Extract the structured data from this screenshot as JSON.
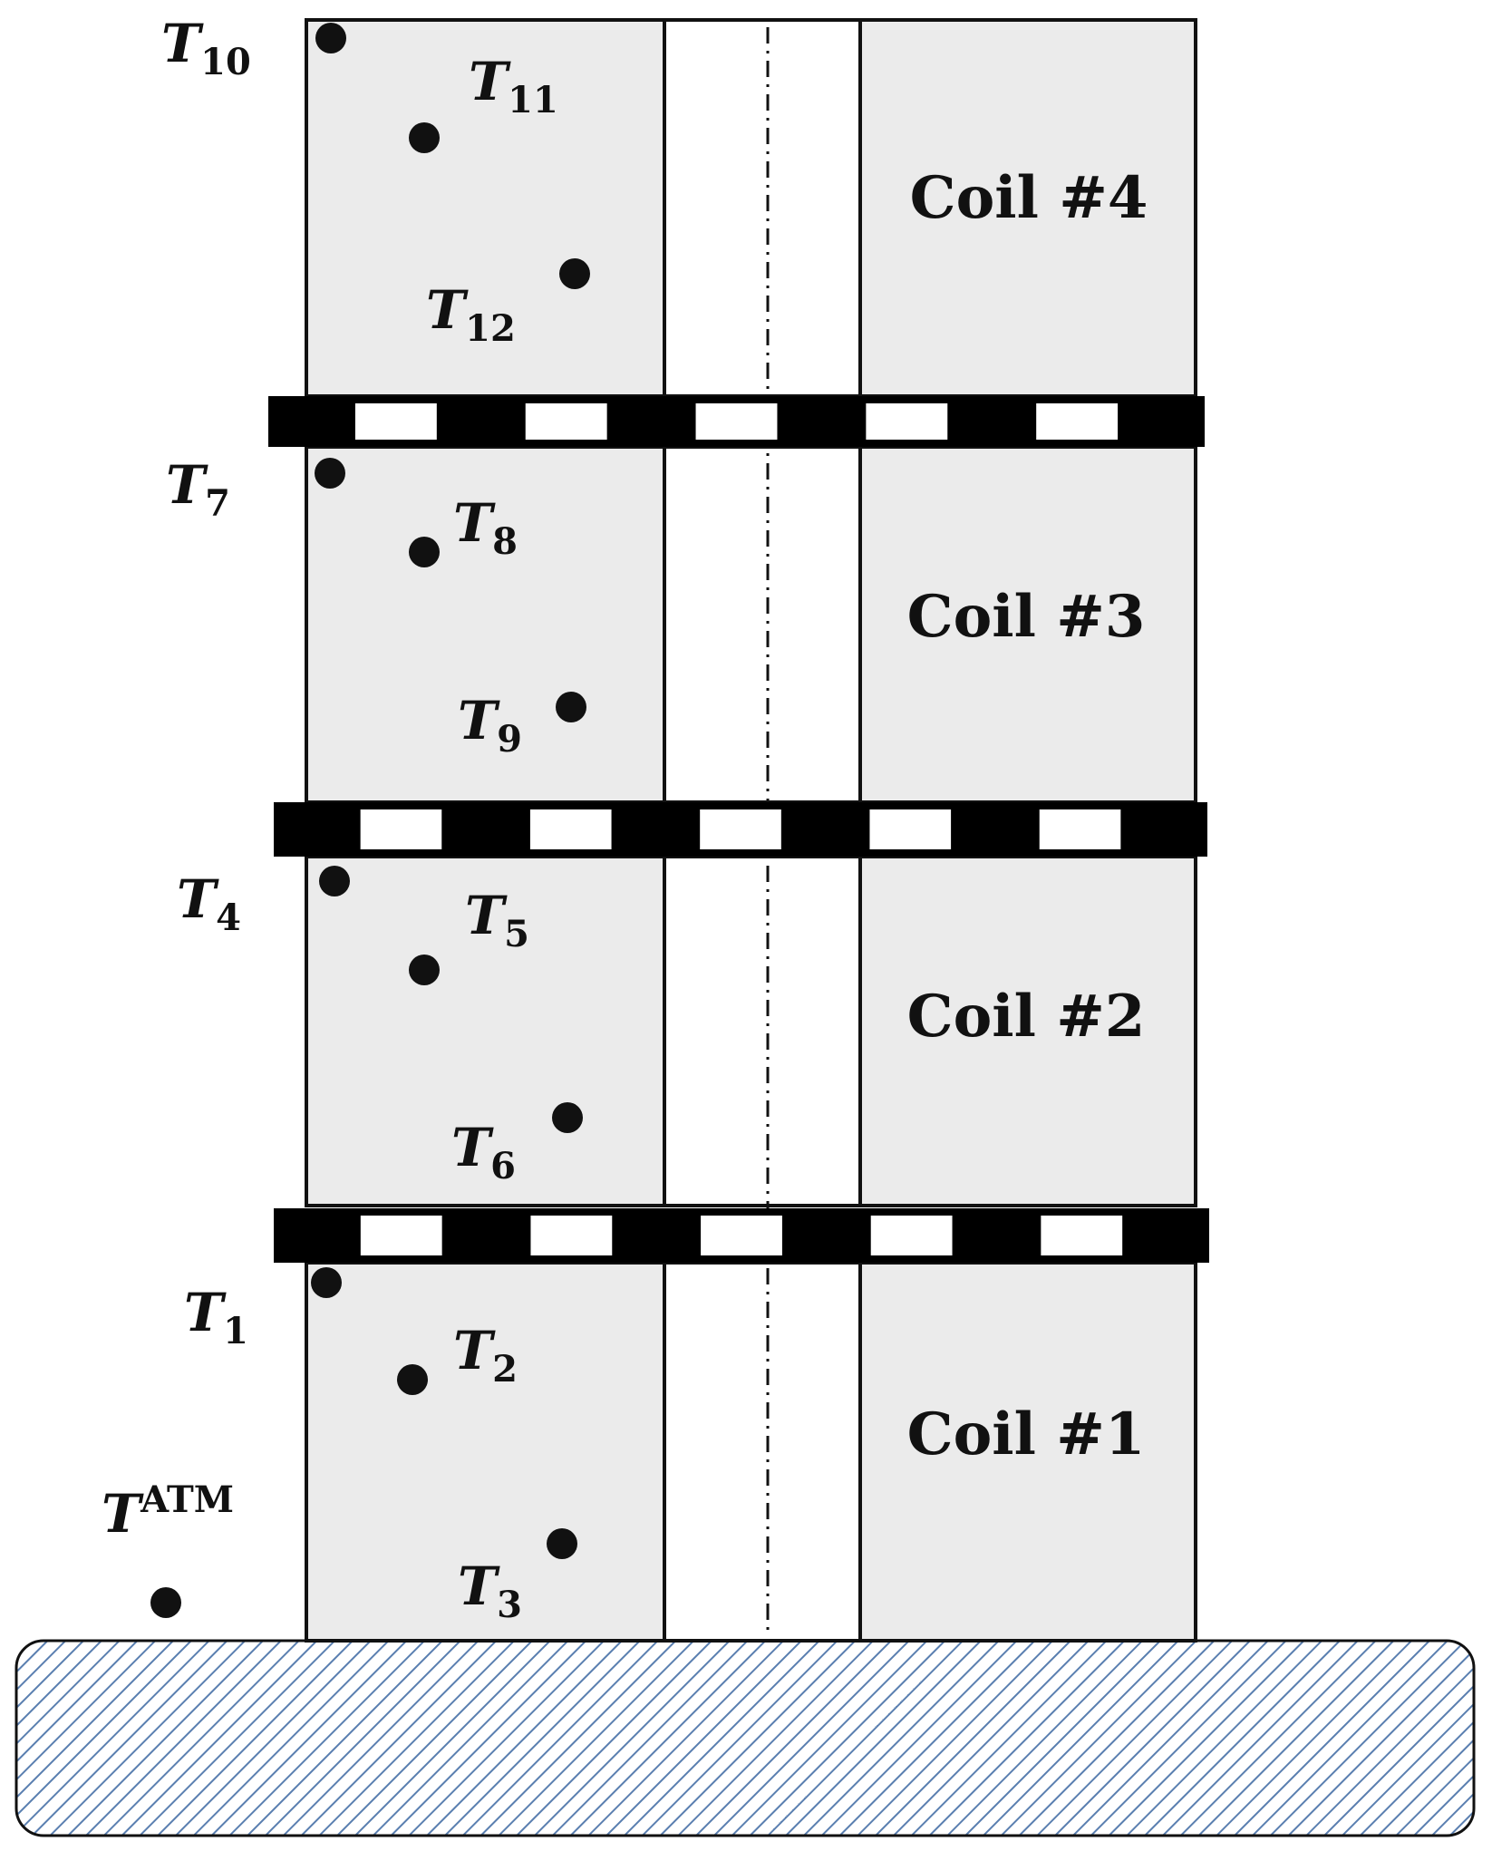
{
  "colors": {
    "coil_fill": "#ebebeb",
    "outline": "#111111",
    "bore": "#ffffff",
    "spacer_dark": "#000000",
    "spacer_light": "#ffffff",
    "base_fill": "#ffffff",
    "base_hatch": "#5a7fb0",
    "sensor_dot": "#111111"
  },
  "coils": [
    {
      "id": "coil-1",
      "label": "Coil #1"
    },
    {
      "id": "coil-2",
      "label": "Coil #2"
    },
    {
      "id": "coil-3",
      "label": "Coil #3"
    },
    {
      "id": "coil-4",
      "label": "Coil #4"
    }
  ],
  "sensors": [
    {
      "id": "t1",
      "main": "T",
      "sub": "1"
    },
    {
      "id": "t2",
      "main": "T",
      "sub": "2"
    },
    {
      "id": "t3",
      "main": "T",
      "sub": "3"
    },
    {
      "id": "t4",
      "main": "T",
      "sub": "4"
    },
    {
      "id": "t5",
      "main": "T",
      "sub": "5"
    },
    {
      "id": "t6",
      "main": "T",
      "sub": "6"
    },
    {
      "id": "t7",
      "main": "T",
      "sub": "7"
    },
    {
      "id": "t8",
      "main": "T",
      "sub": "8"
    },
    {
      "id": "t9",
      "main": "T",
      "sub": "9"
    },
    {
      "id": "t10",
      "main": "T",
      "sub": "10"
    },
    {
      "id": "t11",
      "main": "T",
      "sub": "11"
    },
    {
      "id": "t12",
      "main": "T",
      "sub": "12"
    },
    {
      "id": "tatm",
      "main": "T",
      "sup": "ATM"
    }
  ]
}
